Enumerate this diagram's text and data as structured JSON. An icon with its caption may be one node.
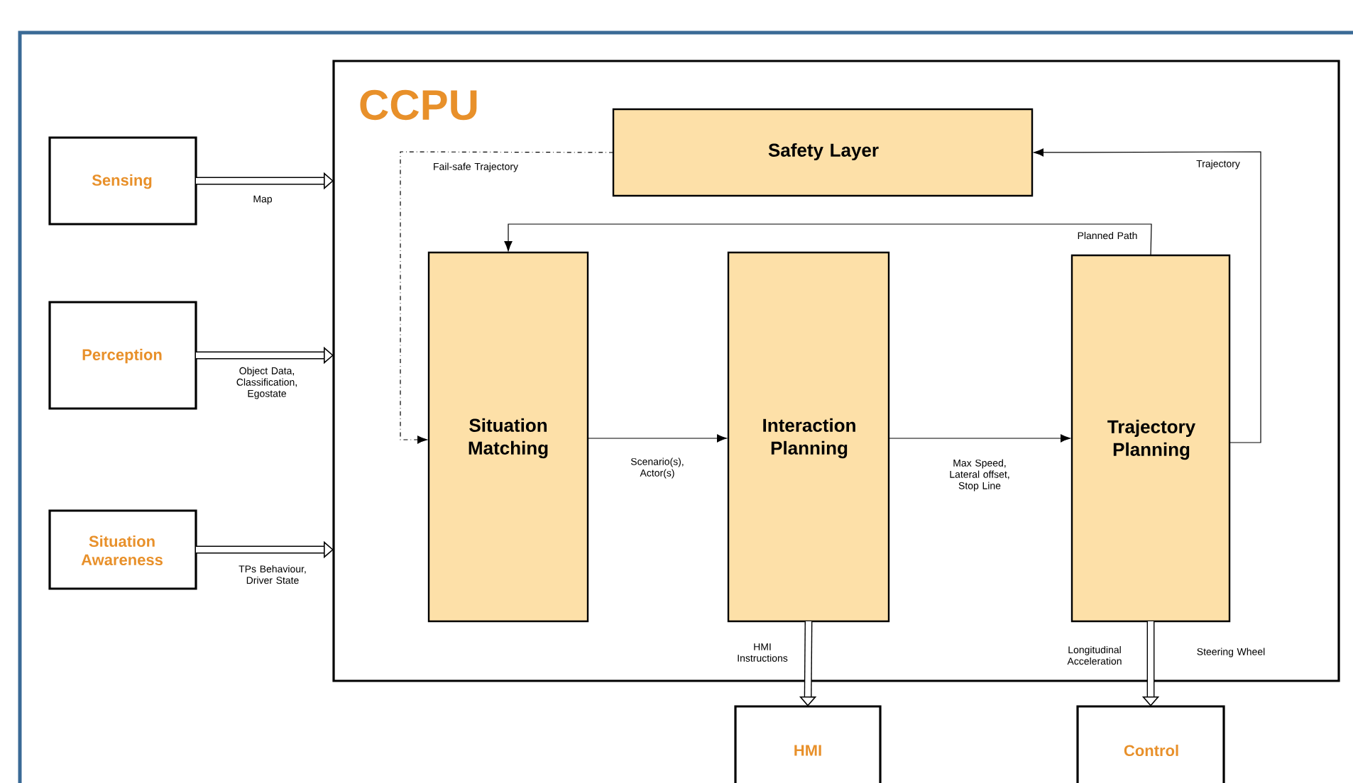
{
  "diagram": {
    "nodes": [
      {
        "text": [
          "Sensing"
        ]
      },
      {
        "text": [
          "Perception"
        ]
      },
      {
        "text": [
          "Situation Awareness"
        ]
      },
      {
        "text": [
          "CCPU"
        ]
      },
      {
        "text": [
          "Safety Layer"
        ],
        "in": 3
      },
      {
        "text": [
          "Situation Matching"
        ],
        "in": 3
      },
      {
        "text": [
          "Interaction Planning"
        ],
        "in": 3
      },
      {
        "text": [
          "Trajectory Planning"
        ],
        "in": 3
      },
      {
        "text": [
          "HMI"
        ]
      },
      {
        "text": [
          "Control"
        ]
      }
    ],
    "edges": [
      {
        "from": 0,
        "to": 3,
        "arrow": "to",
        "label": "Map",
        "style": "thick"
      },
      {
        "from": 1,
        "to": 3,
        "arrow": "to",
        "label": "Object Data, Classification, Egostate",
        "style": "thick"
      },
      {
        "from": 2,
        "to": 3,
        "arrow": "to",
        "label": "TPs Behaviour, Driver State",
        "style": "thick"
      },
      {
        "from": 4,
        "to": 5,
        "arrow": "to",
        "label": "Fail-safe Trajectory",
        "style": "dashed"
      },
      {
        "from": 7,
        "to": 4,
        "arrow": "to",
        "label": "Trajectory"
      },
      {
        "from": 7,
        "to": 5,
        "arrow": "to",
        "label": "Planned Path"
      },
      {
        "from": 5,
        "to": 6,
        "arrow": "to",
        "label": "Scenario(s), Actor(s)"
      },
      {
        "from": 6,
        "to": 7,
        "arrow": "to",
        "label": "Max Speed, Lateral offset, Stop Line"
      },
      {
        "from": 6,
        "to": 8,
        "arrow": "to",
        "label": "HMI Instructions",
        "style": "thick"
      },
      {
        "from": 7,
        "to": 9,
        "arrow": "to",
        "label": "Longitudinal Acceleration",
        "style": "thick"
      }
    ],
    "labels": [
      "Steering Wheel"
    ]
  }
}
